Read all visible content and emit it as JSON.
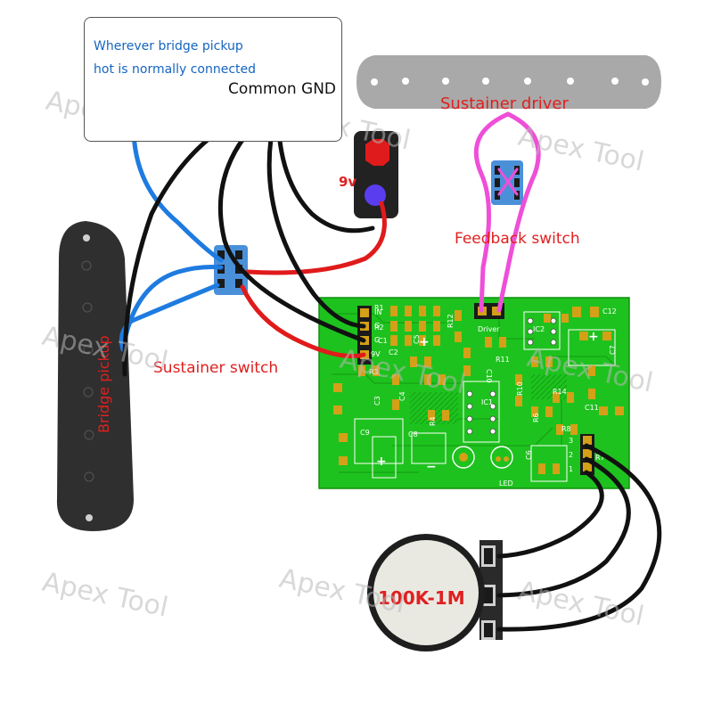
{
  "notes": {
    "line1": "Wherever bridge pickup",
    "line2": "hot is normally connected",
    "common_gnd": "Common GND"
  },
  "labels": {
    "battery": "9v",
    "sustainer_driver": "Sustainer driver",
    "feedback_switch": "Feedback switch",
    "sustainer_switch": "Sustainer switch",
    "bridge_pickup": "Bridge pickup",
    "potentiometer": "100K-1M",
    "watermark": "Apex Tool"
  },
  "board": {
    "pins_left": [
      "IN",
      "G",
      "G",
      "9V"
    ],
    "pins_right": [
      "3",
      "2",
      "1"
    ],
    "components": [
      "R1",
      "R2",
      "C1",
      "C2",
      "R3",
      "C3",
      "C4",
      "C5",
      "C9",
      "C8",
      "R4",
      "R12",
      "Driver",
      "R11",
      "C10",
      "IC1",
      "R10",
      "R14",
      "IC2",
      "C12",
      "C7",
      "C11",
      "R8",
      "R6",
      "R7",
      "C6",
      "LED"
    ]
  },
  "colors": {
    "board": "#1ec21e",
    "copper": "#d4a017",
    "wire_black": "#111111",
    "wire_blue": "#1e7be0",
    "wire_red": "#e01b1b",
    "wire_magenta": "#ee4fd8",
    "switch_blue": "#4a90d9",
    "pickup_dark": "#2f2f2f",
    "pickup_grey": "#a9a9a9",
    "label_red": "#e02020"
  }
}
